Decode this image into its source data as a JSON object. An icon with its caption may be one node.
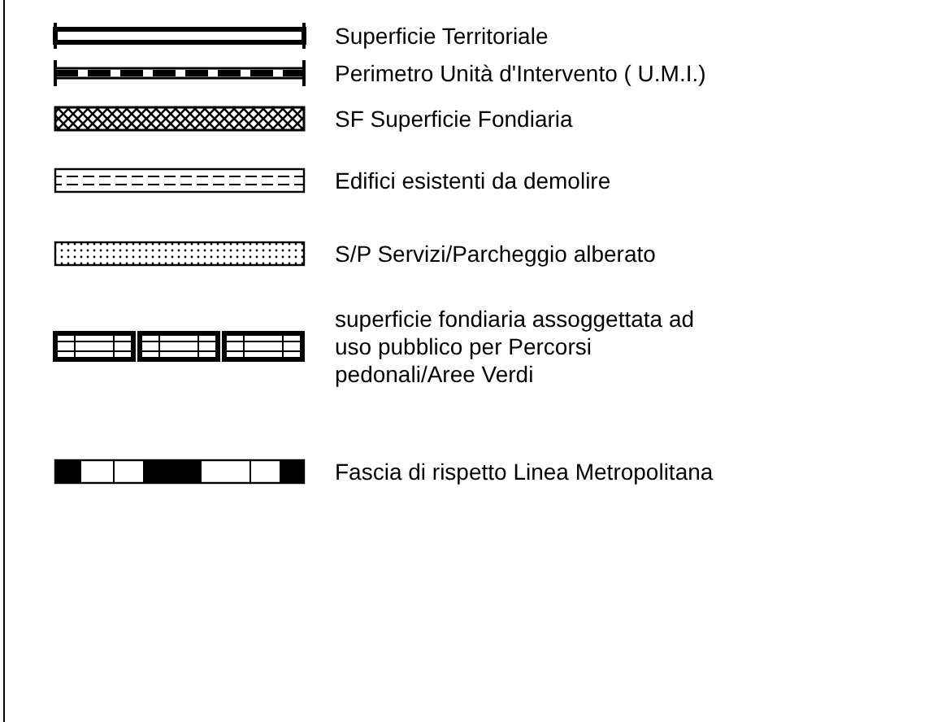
{
  "diagram": {
    "legend": [
      {
        "text": "Superficie Territoriale"
      },
      {
        "text": "Perimetro Unità d'Intervento  ( U.M.I.)"
      },
      {
        "text": "SF  Superficie Fondiaria"
      },
      {
        "text": "Edifici esistenti da demolire"
      },
      {
        "text": "S/P  Servizi/Parcheggio alberato"
      },
      {
        "text": "superficie fondiaria assoggettata ad uso pubblico per Percorsi pedonali/Aree Verdi"
      },
      {
        "text": "Fascia di rispetto Linea Metropolitana"
      }
    ]
  }
}
